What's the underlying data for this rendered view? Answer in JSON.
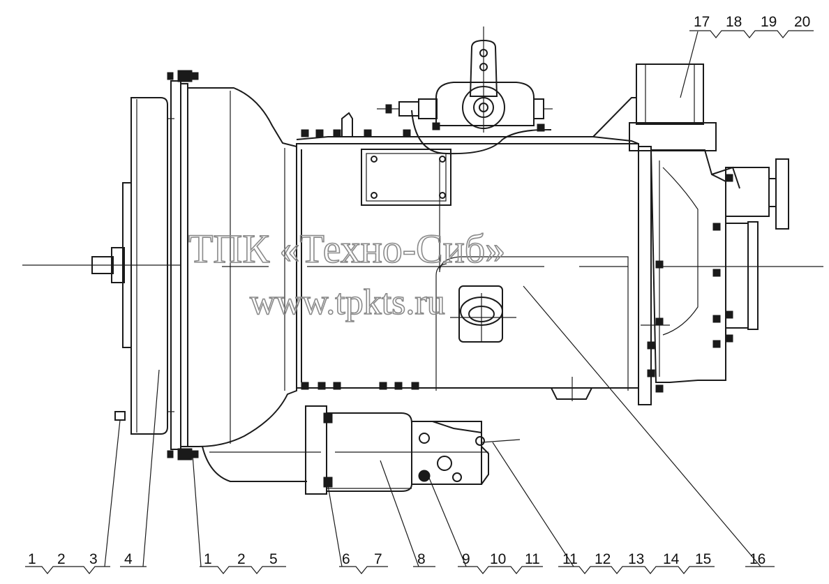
{
  "watermark": {
    "line1": "ТПК «Техно-Сиб»",
    "line2": "www.tpkts.ru"
  },
  "labels": {
    "group_bottom_1": [
      "1",
      "2",
      "3"
    ],
    "single_4": "4",
    "group_bottom_2": [
      "1",
      "2",
      "5"
    ],
    "group_bottom_3": [
      "6",
      "7"
    ],
    "single_8": "8",
    "group_bottom_4": [
      "9",
      "10",
      "11"
    ],
    "group_bottom_5": [
      "11",
      "12",
      "13",
      "14",
      "15"
    ],
    "single_16": "16",
    "group_top": [
      "17",
      "18",
      "19",
      "20"
    ]
  }
}
